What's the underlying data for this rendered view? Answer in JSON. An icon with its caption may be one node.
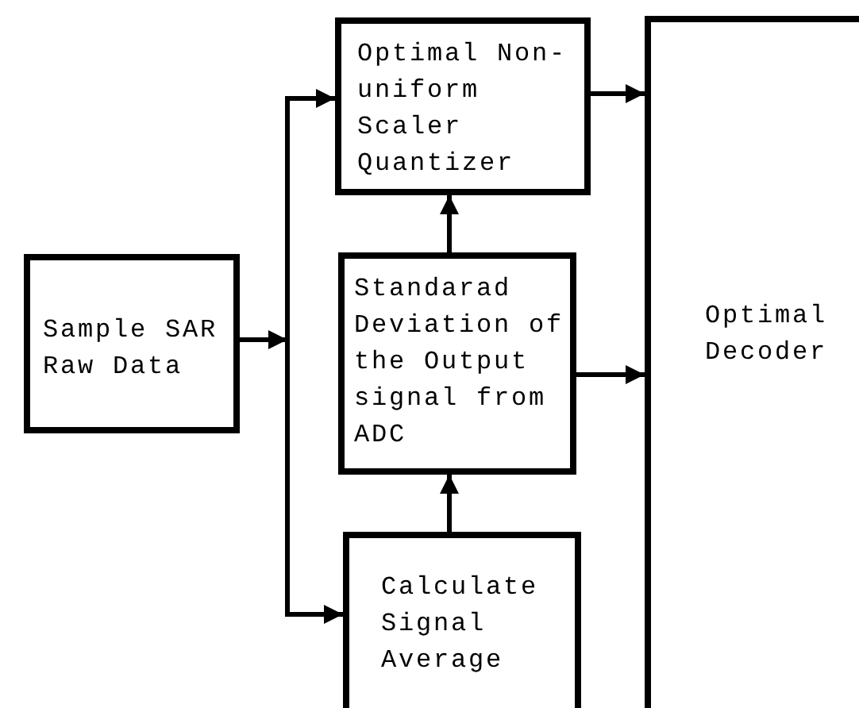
{
  "diagram": {
    "nodes": [
      {
        "text": [
          "Sample SAR Raw Data"
        ]
      },
      {
        "text": [
          "Optimal Non-uniform Scaler Quantizer"
        ]
      },
      {
        "text": [
          "Standarad Deviation of the Output signal from ADC"
        ]
      },
      {
        "text": [
          "Calculate Signal Average"
        ]
      },
      {
        "text": [
          "Optimal Decoder"
        ]
      }
    ],
    "edges": [
      {
        "from": 0,
        "to": 1,
        "arrow": "to"
      },
      {
        "from": 0,
        "to": 3,
        "arrow": "to"
      },
      {
        "from": 3,
        "to": 2,
        "arrow": "to"
      },
      {
        "from": 2,
        "to": 1,
        "arrow": "to"
      },
      {
        "from": 1,
        "to": 4,
        "arrow": "to"
      },
      {
        "from": 2,
        "to": 4,
        "arrow": "to"
      }
    ]
  }
}
